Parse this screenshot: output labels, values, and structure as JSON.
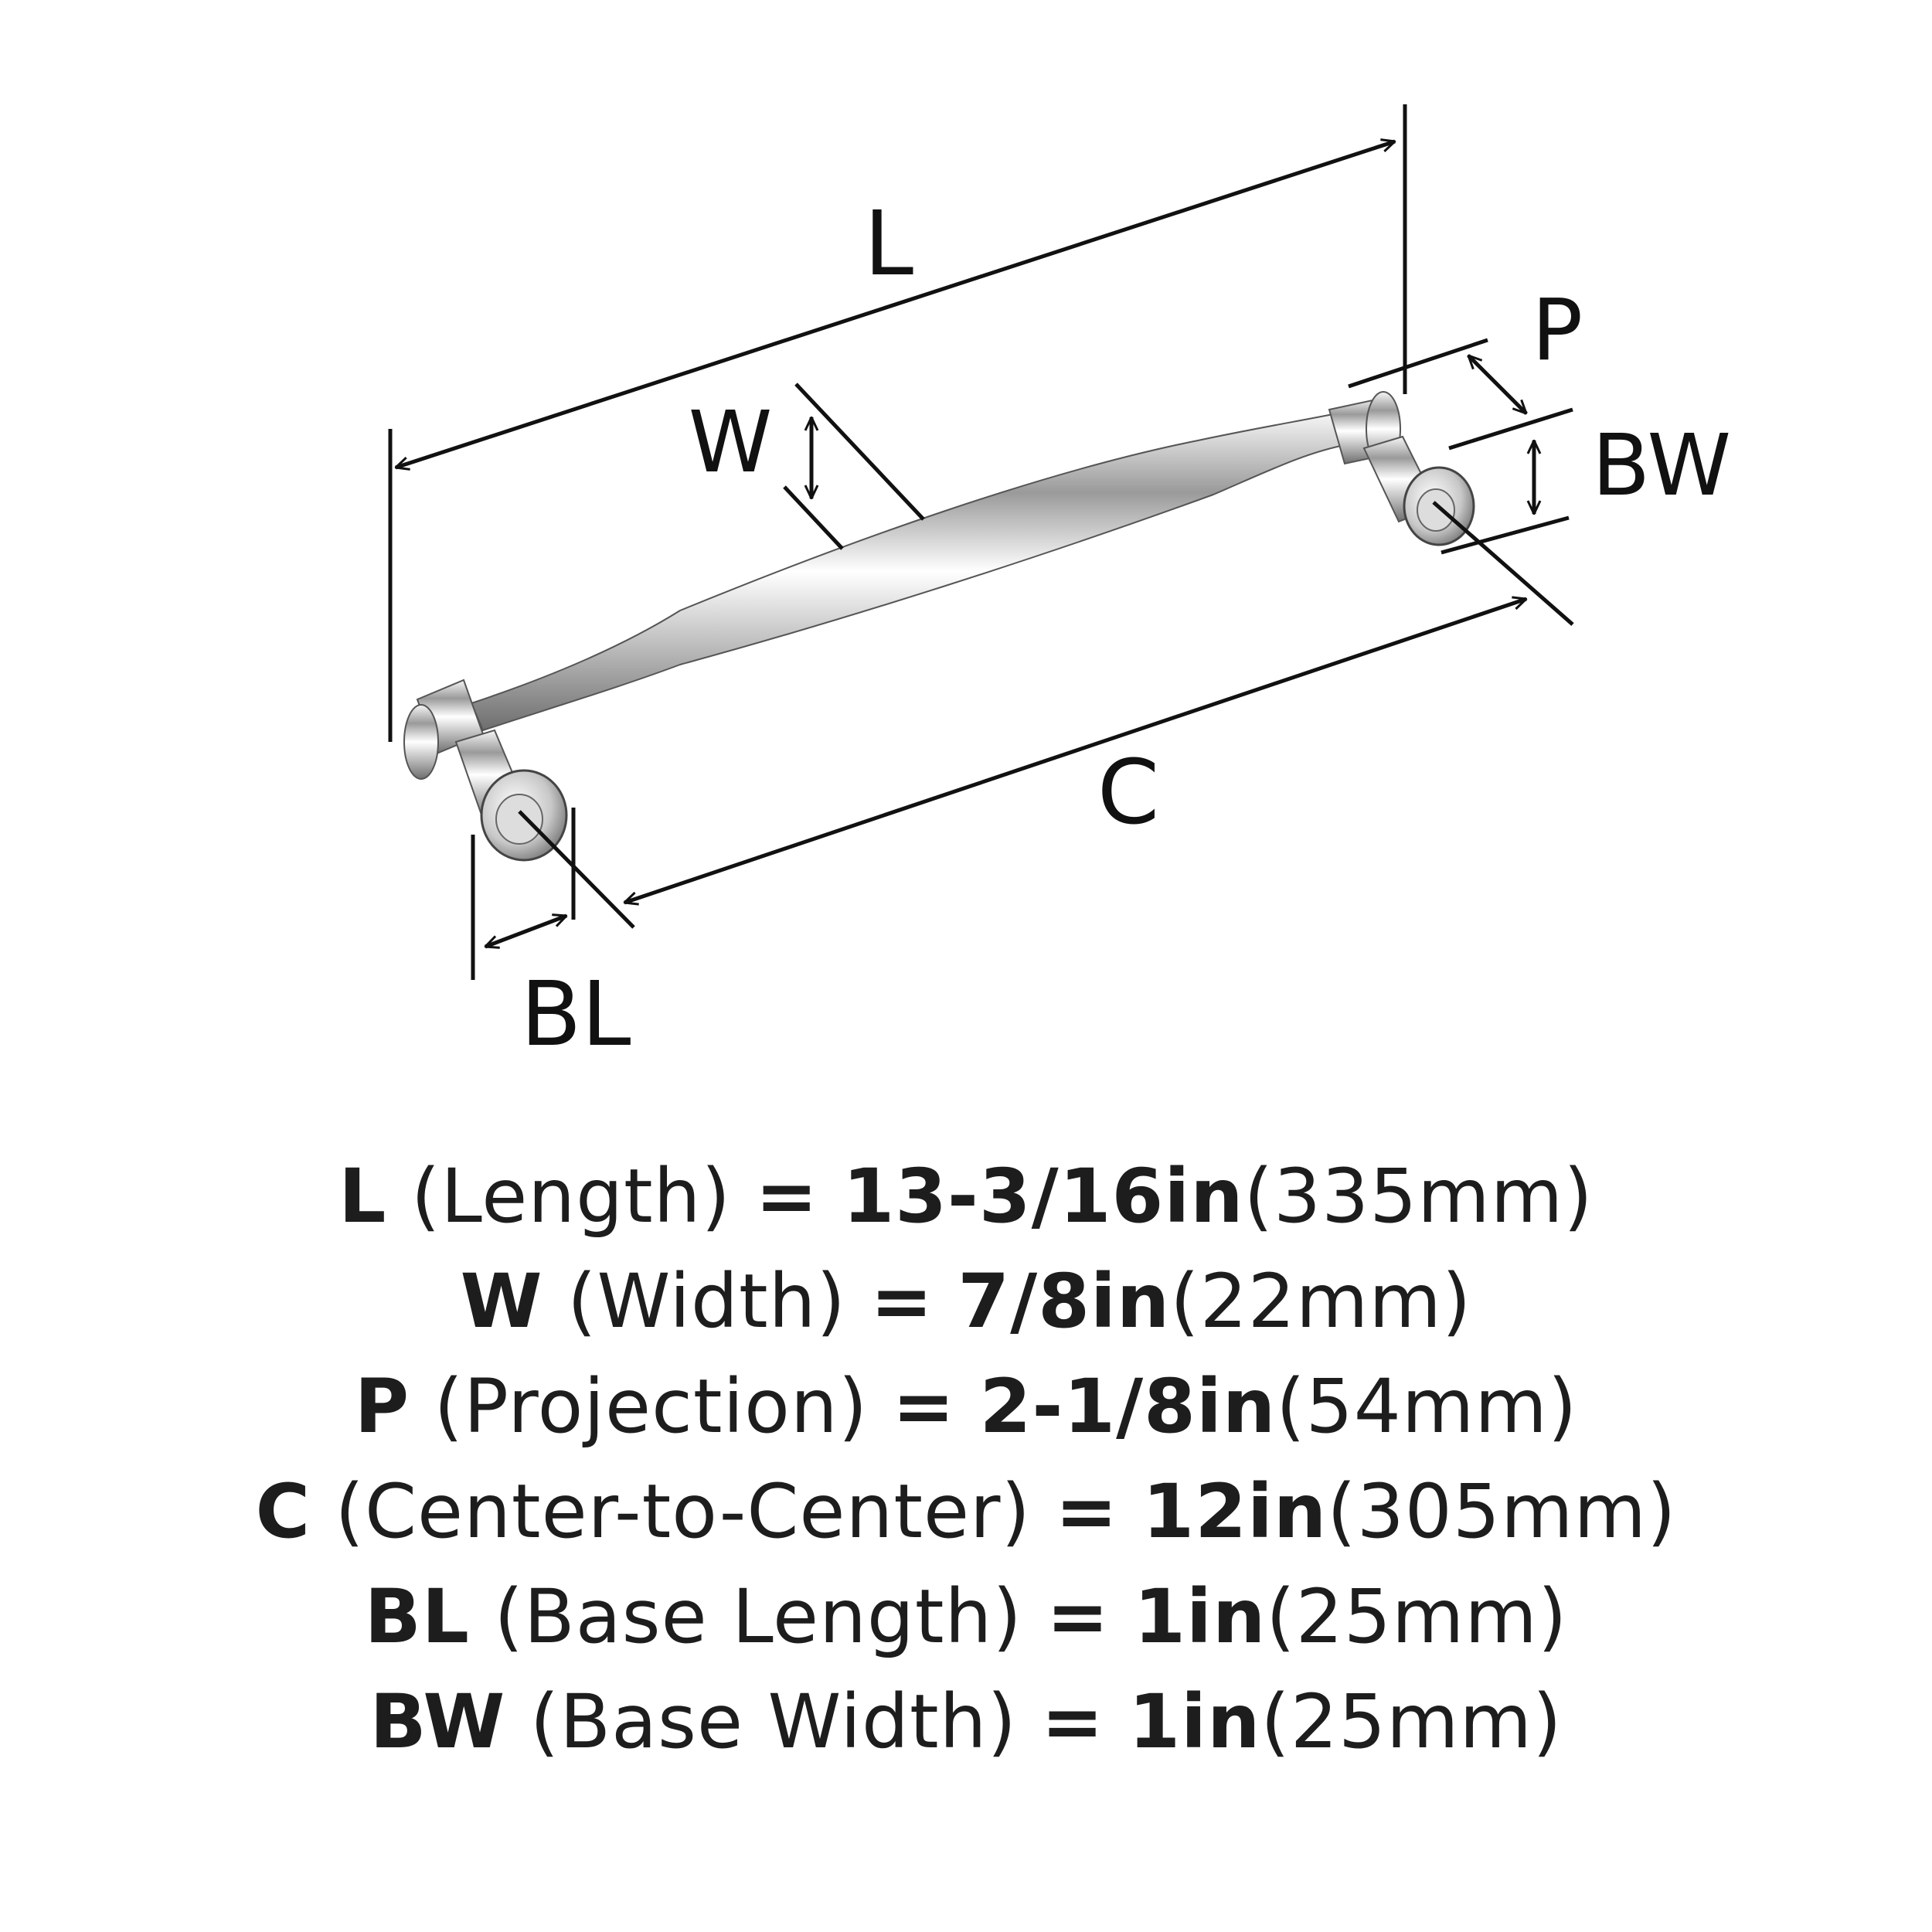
{
  "diagram": {
    "labels": {
      "length": "L",
      "width": "W",
      "projection": "P",
      "base_width": "BW",
      "center": "C",
      "base_length": "BL"
    }
  },
  "specs": [
    {
      "code": "L",
      "name": "(Length)",
      "eq": "=",
      "imperial": "13-3/16in",
      "metric": "(335mm)"
    },
    {
      "code": "W",
      "name": "(Width)",
      "eq": "=",
      "imperial": "7/8in",
      "metric": "(22mm)"
    },
    {
      "code": "P",
      "name": "(Projection)",
      "eq": "=",
      "imperial": "2-1/8in",
      "metric": "(54mm)"
    },
    {
      "code": "C",
      "name": "(Center-to-Center)",
      "eq": "=",
      "imperial": "12in",
      "metric": "(305mm)"
    },
    {
      "code": "BL",
      "name": "(Base Length)",
      "eq": "=",
      "imperial": "1in",
      "metric": "(25mm)"
    },
    {
      "code": "BW",
      "name": "(Base Width)",
      "eq": "=",
      "imperial": "1in",
      "metric": "(25mm)"
    }
  ]
}
